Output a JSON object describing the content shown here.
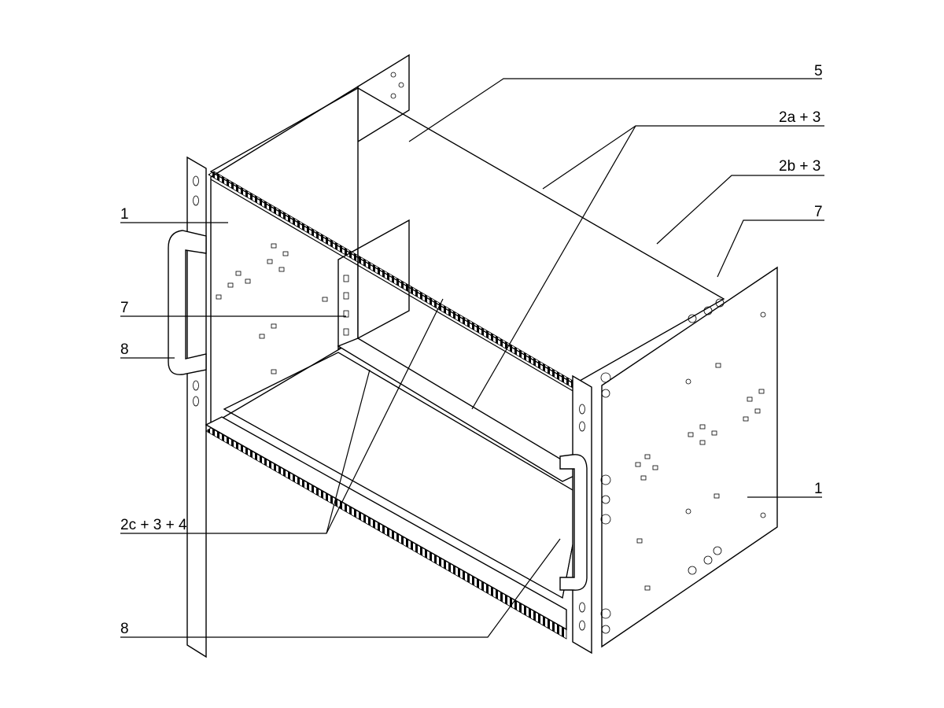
{
  "labels": {
    "l5": "5",
    "l2a3": "2a + 3",
    "l2b3": "2b + 3",
    "l7_right": "7",
    "l1_left": "1",
    "l7_left": "7",
    "l8_left": "8",
    "l1_right": "1",
    "l2c34": "2c + 3 + 4",
    "l8_bottom": "8"
  }
}
